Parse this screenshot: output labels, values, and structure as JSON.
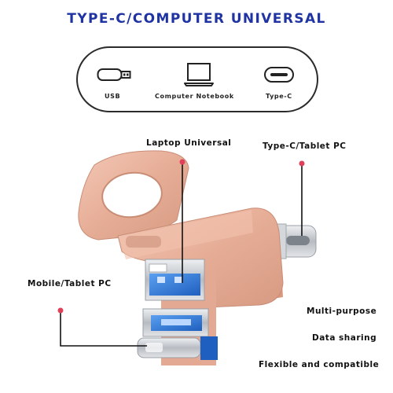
{
  "header": {
    "title": "TYPE-C/COMPUTER UNIVERSAL"
  },
  "ports": [
    {
      "label": "USB",
      "icon": "usb-stick-icon"
    },
    {
      "label": "Computer Notebook",
      "icon": "laptop-icon"
    },
    {
      "label": "Type-C",
      "icon": "type-c-port-icon"
    }
  ],
  "callouts": {
    "laptop": "Laptop Universal",
    "typec": "Type-C/Tablet PC",
    "mobile": "Mobile/Tablet PC"
  },
  "features": [
    "Multi-purpose",
    "Data sharing",
    "Flexible and compatible"
  ],
  "colors": {
    "title": "#1f33a3",
    "drive_body": "#e7b09a",
    "drive_shadow": "#c98d76",
    "usb_blue": "#2f77d6",
    "metal": "#c9ccd1",
    "callout_dot": "#e0405a"
  }
}
